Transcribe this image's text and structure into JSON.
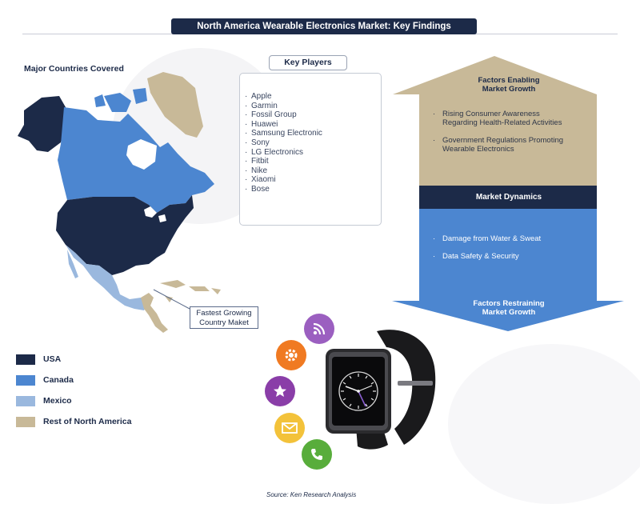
{
  "title": "North America Wearable Electronics Market: Key Findings",
  "countries_title": "Major Countries Covered",
  "legend": [
    {
      "label": "USA",
      "color": "#1c2a48"
    },
    {
      "label": "Canada",
      "color": "#4c86d0"
    },
    {
      "label": "Mexico",
      "color": "#9ab8de"
    },
    {
      "label": "Rest of North America",
      "color": "#c8b998"
    }
  ],
  "callout": {
    "line1": "Fastest Growing",
    "line2": "Country Maket"
  },
  "key_players": {
    "header": "Key Players",
    "items": [
      "Apple",
      "Garmin",
      "Fossil Group",
      "Huawei",
      "Samsung Electronic",
      "Sony",
      "LG Electronics",
      "Fitbit",
      "Nike",
      "Xiaomi",
      "Bose"
    ]
  },
  "enabling": {
    "title_line1": "Factors Enabling",
    "title_line2": "Market Growth",
    "items": [
      {
        "line1": "Rising Consumer Awareness",
        "line2": "Regarding Health-Related Activities"
      },
      {
        "line1": "Government Regulations Promoting",
        "line2": "Wearable Electronics"
      }
    ],
    "color": "#c8b998"
  },
  "dynamics": {
    "label": "Market Dynamics",
    "color": "#1c2a48"
  },
  "restraining": {
    "title_line1": "Factors Restraining",
    "title_line2": "Market Growth",
    "items": [
      "Damage from Water & Sweat",
      "Data Safety & Security"
    ],
    "color": "#4c86d0"
  },
  "icons": [
    {
      "name": "rss-icon",
      "color": "#9b5fc0"
    },
    {
      "name": "gear-icon",
      "color": "#f07a22"
    },
    {
      "name": "star-icon",
      "color": "#8a3ea8"
    },
    {
      "name": "mail-icon",
      "color": "#f3c23a"
    },
    {
      "name": "phone-icon",
      "color": "#58ad3b"
    }
  ],
  "source": "Source: Ken Research Analysis"
}
